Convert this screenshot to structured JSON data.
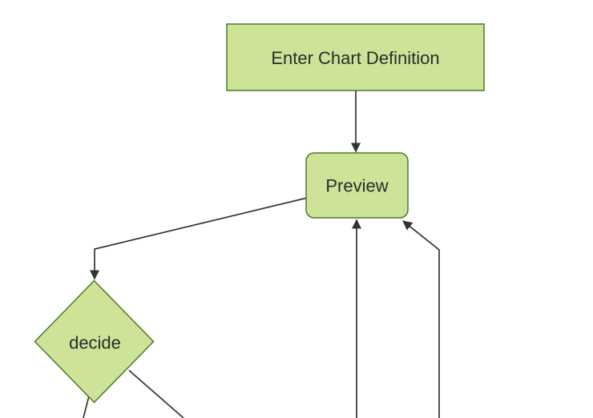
{
  "diagram": {
    "type": "flowchart",
    "theme": {
      "node_fill": "#cde498",
      "node_stroke": "#4c7a28",
      "edge_color": "#333333",
      "text_color": "#2b2b2b",
      "background": "#ffffff"
    },
    "nodes": [
      {
        "id": "enter-chart-definition",
        "label": "Enter Chart Definition",
        "shape": "rectangle"
      },
      {
        "id": "preview",
        "label": "Preview",
        "shape": "rounded-rectangle"
      },
      {
        "id": "decide",
        "label": "decide",
        "shape": "diamond"
      }
    ],
    "edges": [
      {
        "from": "enter-chart-definition",
        "to": "preview",
        "arrowhead": true
      },
      {
        "from": "preview",
        "to": "decide",
        "arrowhead": true
      },
      {
        "from": "offscreen-bottom",
        "to": "preview",
        "arrowhead": true
      },
      {
        "from": "offscreen-bottom-right",
        "to": "preview",
        "arrowhead": true
      },
      {
        "from": "decide",
        "to": "offscreen-bottom-left",
        "arrowhead": false
      },
      {
        "from": "decide",
        "to": "offscreen-bottom-right",
        "arrowhead": false
      }
    ]
  }
}
